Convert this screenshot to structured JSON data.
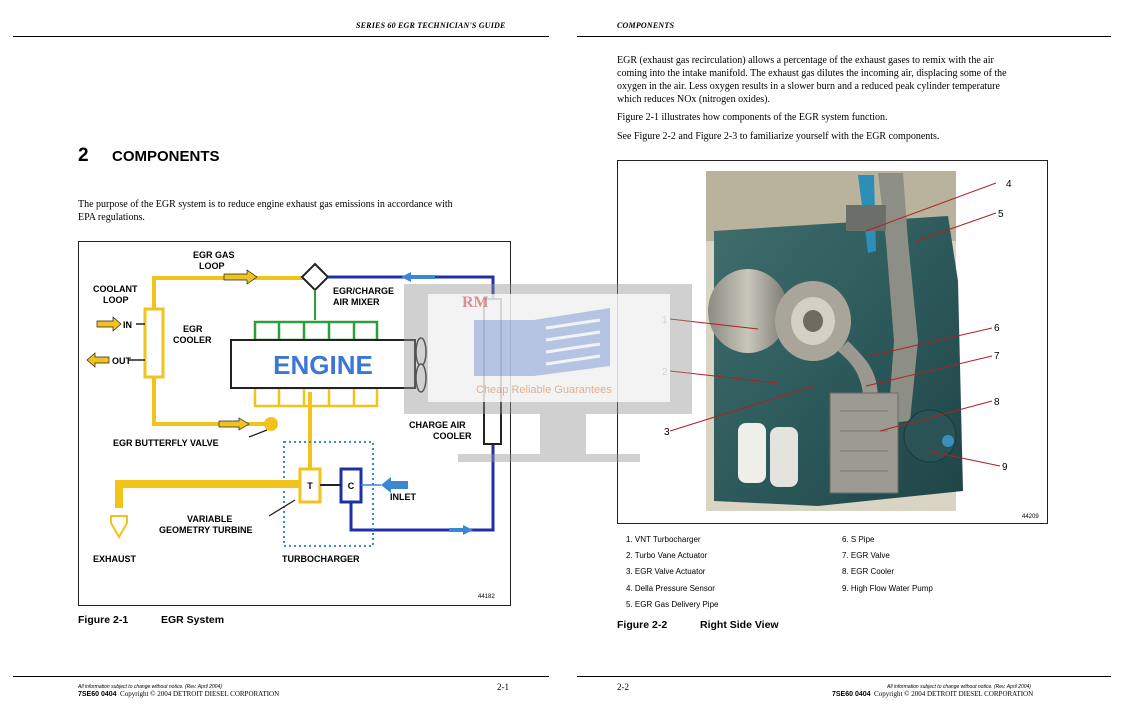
{
  "left_page": {
    "header": "SERIES 60 EGR TECHNICIAN'S GUIDE",
    "chapter_number": "2",
    "chapter_title": "COMPONENTS",
    "intro_line1": "The purpose of the EGR system is to reduce engine exhaust gas emissions in accordance with",
    "intro_line2": "EPA regulations.",
    "figure": {
      "labels": {
        "egr_gas": "EGR GAS",
        "loop": "LOOP",
        "coolant": "COOLANT",
        "loop2": "LOOP",
        "in": "IN",
        "out": "OUT",
        "egr": "EGR",
        "cooler": "COOLER",
        "egr_charge": "EGR/CHARGE",
        "air_mixer": "AIR MIXER",
        "engine": "ENGINE",
        "egr_butterfly_valve": "EGR BUTTERFLY  VALVE",
        "charge_air": "CHARGE  AIR",
        "cooler2": "COOLER",
        "t": "T",
        "c": "C",
        "inlet": "INLET",
        "variable": "VARIABLE",
        "geometry_turbine": "GEOMETRY TURBINE",
        "exhaust": "EXHAUST",
        "turbocharger": "TURBOCHARGER",
        "fig_id": "44182"
      },
      "colors": {
        "egr_loop": "#f2c31a",
        "coolant": "#f2c31a",
        "charge_air": "#1f2fa8",
        "engine_top": "#2e9e3a",
        "engine_text": "#3a78d4",
        "turbo_dotted": "#3a88d4",
        "inlet_arrow": "#3a88d4"
      }
    },
    "caption_num": "Figure 2-1",
    "caption_title": "EGR System",
    "footer_note": "All information subject to change without notice. (Rev. April 2004)",
    "footer_code": "7SE60  0404",
    "footer_copy": "Copyright © 2004 DETROIT DIESEL CORPORATION",
    "page_number": "2-1"
  },
  "right_page": {
    "header": "COMPONENTS",
    "para1": [
      "EGR (exhaust gas recirculation) allows a percentage of the exhaust gases to remix with the air",
      "coming into the intake manifold. The exhaust gas dilutes the incoming air, displacing some of the",
      "oxygen in the air. Less oxygen results in a slower burn and a reduced peak cylinder temperature",
      "which reduces NOx (nitrogen oxides)."
    ],
    "para2": "Figure 2-1 illustrates how components of the EGR system function.",
    "para3": "See Figure 2-2 and Figure 2-3 to familiarize yourself with the EGR components.",
    "photo": {
      "callouts": [
        "1",
        "2",
        "3",
        "4",
        "5",
        "6",
        "7",
        "8",
        "9"
      ],
      "fig_id": "44209"
    },
    "legend_left": [
      "1.  VNT Turbocharger",
      "2.  Turbo Vane Actuator",
      "3.  EGR Valve Actuator",
      "4.  Della Pressure Sensor",
      "5.  EGR Gas Delivery Pipe"
    ],
    "legend_right": [
      "6.  S Pipe",
      "7.  EGR Valve",
      "8.  EGR Cooler",
      "9.  High Flow Water Pump"
    ],
    "caption_num": "Figure 2-2",
    "caption_title": "Right Side View",
    "page_number": "2-2",
    "footer_note": "All information subject to change without notice. (Rev. April 2004)",
    "footer_code": "7SE60  0404",
    "footer_copy": "Copyright © 2004 DETROIT DIESEL CORPORATION"
  },
  "watermark": {
    "logo_text": "RM",
    "tagline": "Cheap Reliable Guarantees"
  }
}
